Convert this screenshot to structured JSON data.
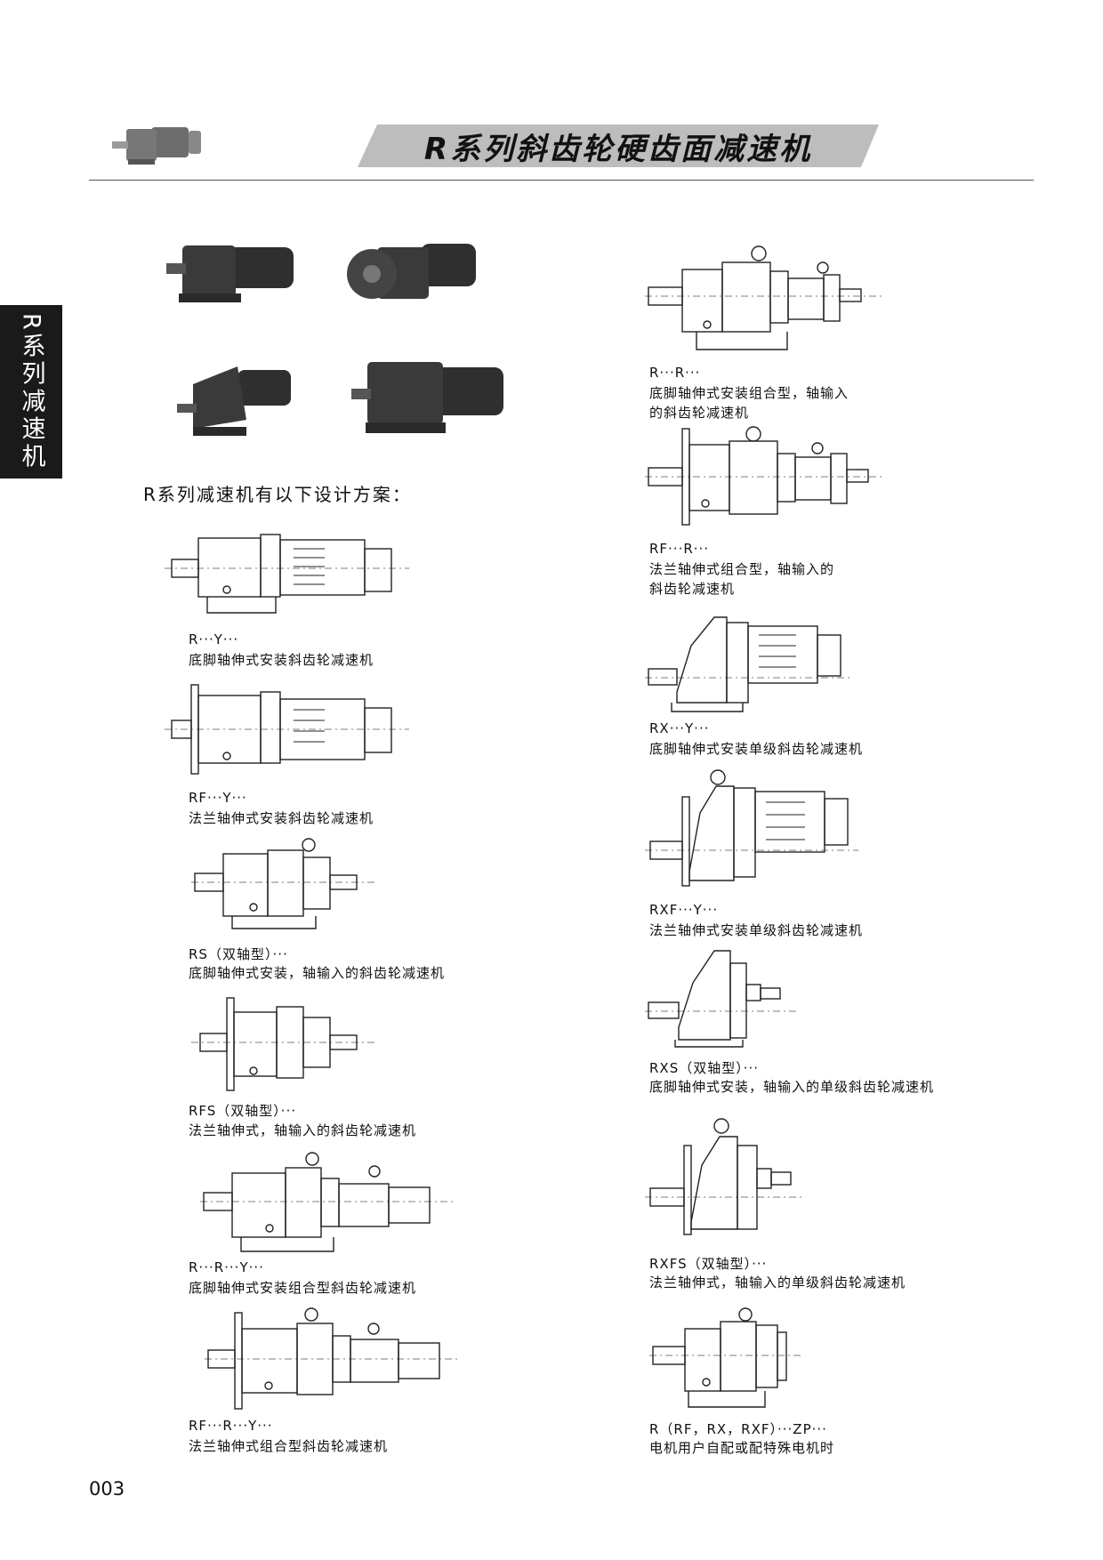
{
  "header": {
    "title": "R系列斜齿轮硬齿面减速机",
    "side_tab": "R系列减速机",
    "icon": "gear-reducer-icon"
  },
  "intro": "R系列减速机有以下设计方案：",
  "left_items": [
    {
      "code": "R···Y···",
      "desc": [
        "底脚轴伸式安装斜齿轮减速机"
      ]
    },
    {
      "code": "RF···Y···",
      "desc": [
        "法兰轴伸式安装斜齿轮减速机"
      ]
    },
    {
      "code": "RS（双轴型）···",
      "desc": [
        "底脚轴伸式安装，轴输入的斜齿轮减速机"
      ]
    },
    {
      "code": "RFS（双轴型）···",
      "desc": [
        "法兰轴伸式，轴输入的斜齿轮减速机"
      ]
    },
    {
      "code": "R···R···Y···",
      "desc": [
        "底脚轴伸式安装组合型斜齿轮减速机"
      ]
    },
    {
      "code": "RF···R···Y···",
      "desc": [
        "法兰轴伸式组合型斜齿轮减速机"
      ]
    }
  ],
  "right_items": [
    {
      "code": "R···R···",
      "desc": [
        "底脚轴伸式安装组合型，轴输入",
        "的斜齿轮减速机"
      ]
    },
    {
      "code": "RF···R···",
      "desc": [
        "法兰轴伸式组合型，轴输入的",
        "斜齿轮减速机"
      ]
    },
    {
      "code": "RX···Y···",
      "desc": [
        "底脚轴伸式安装单级斜齿轮减速机"
      ]
    },
    {
      "code": "RXF···Y···",
      "desc": [
        "法兰轴伸式安装单级斜齿轮减速机"
      ]
    },
    {
      "code": "RXS（双轴型）···",
      "desc": [
        "底脚轴伸式安装，轴输入的单级斜齿轮减速机"
      ]
    },
    {
      "code": "RXFS（双轴型）···",
      "desc": [
        "法兰轴伸式，轴输入的单级斜齿轮减速机"
      ]
    },
    {
      "code": "R（RF，RX，RXF）···ZP···",
      "desc": [
        "电机用户自配或配特殊电机时"
      ]
    }
  ],
  "page_number": "003"
}
